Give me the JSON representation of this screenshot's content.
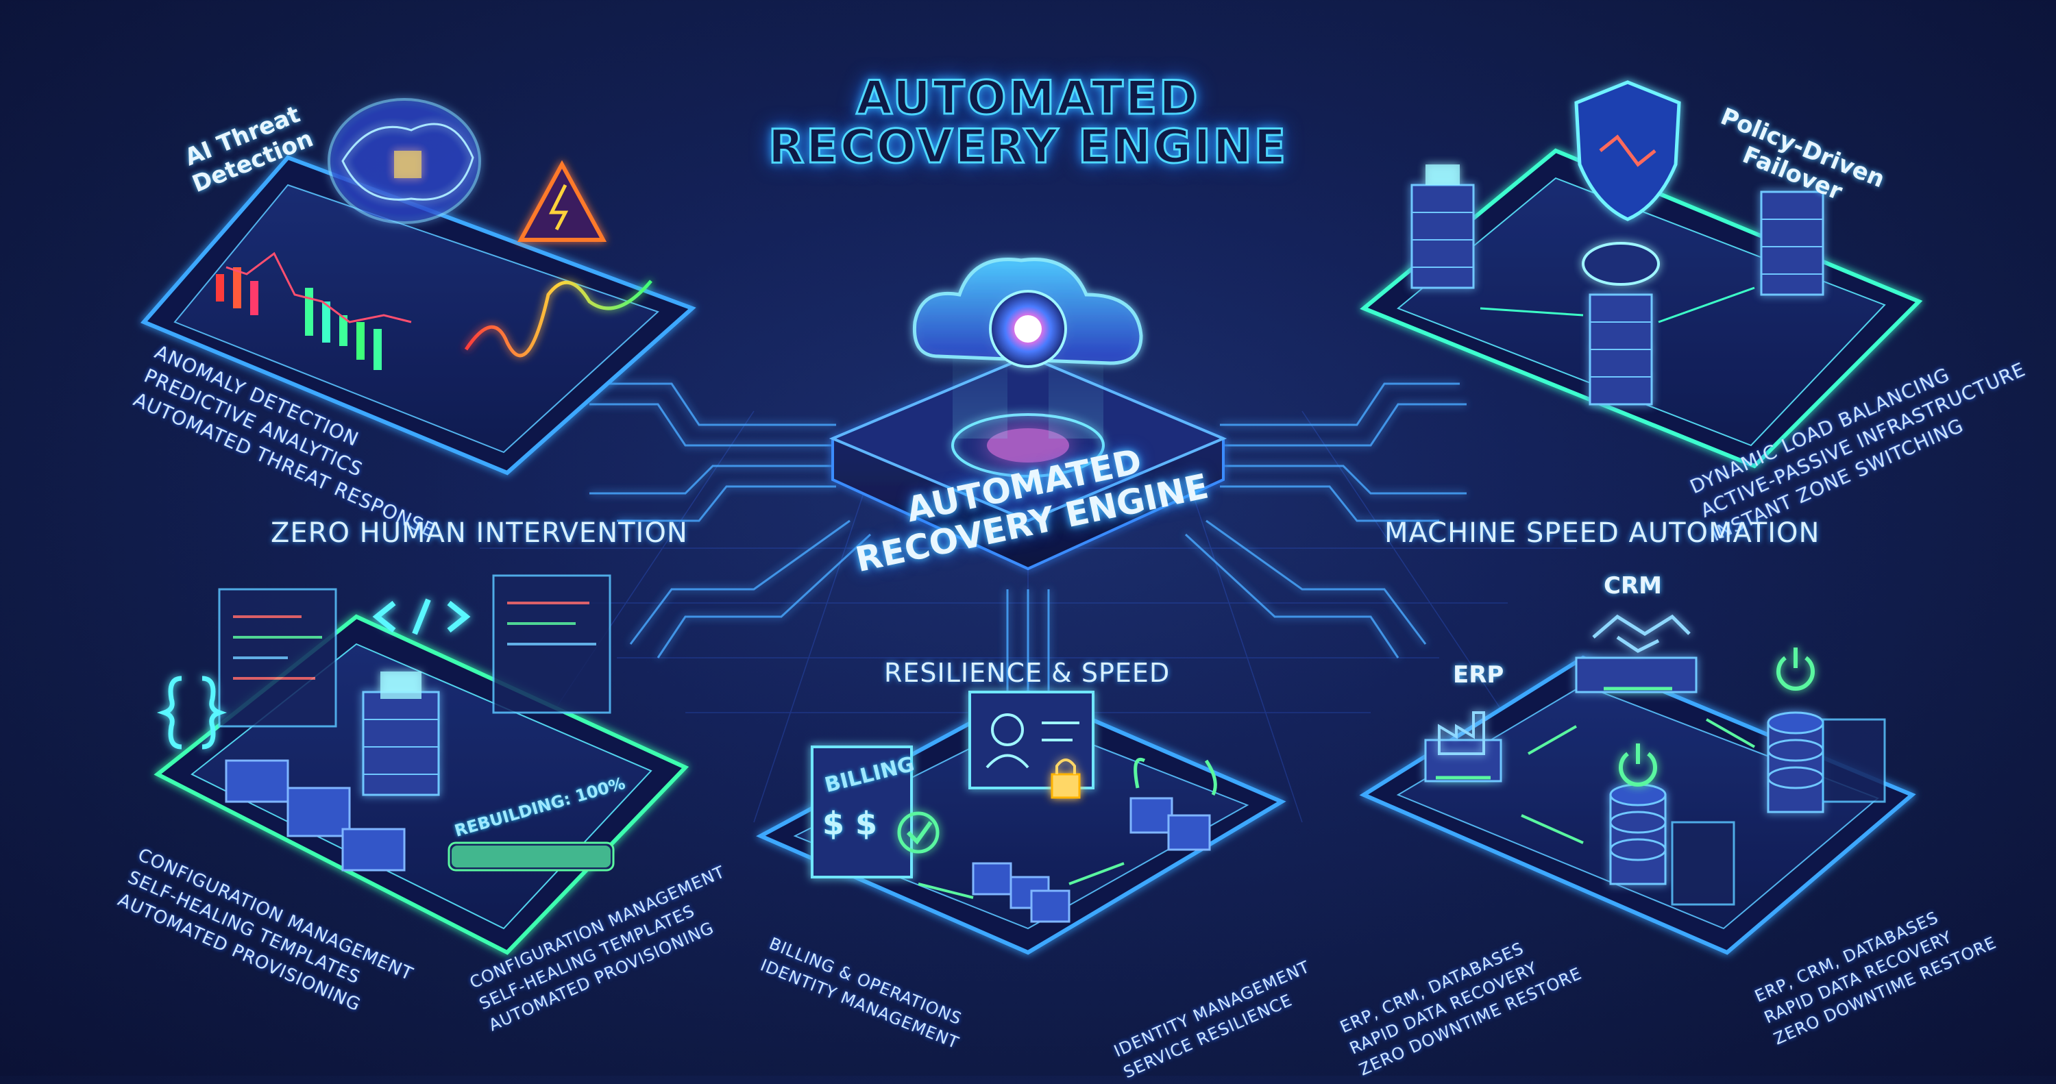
{
  "title": {
    "line1": "AUTOMATED",
    "line2": "RECOVERY ENGINE"
  },
  "center_hub": {
    "line1": "AUTOMATED",
    "line2": "RECOVERY ENGINE"
  },
  "sections": {
    "top_left": {
      "title_line1": "AI Threat",
      "title_line2": "Detection",
      "items": [
        "ANOMALY DETECTION",
        "PREDICTIVE ANALYTICS",
        "AUTOMATED THREAT RESPONSE"
      ]
    },
    "top_right": {
      "title_line1": "Policy-Driven",
      "title_line2": "Failover",
      "items": [
        "DYNAMIC LOAD BALANCING",
        "ACTIVE-PASSIVE INFRASTRUCTURE",
        "INSTANT ZONE SWITCHING"
      ]
    },
    "mid_left": {
      "label": "ZERO HUMAN INTERVENTION"
    },
    "mid_right": {
      "label": "MACHINE SPEED AUTOMATION"
    },
    "mid_center": {
      "label": "RESILIENCE & SPEED"
    },
    "bottom_left": {
      "progress_label": "REBUILDING: 100%",
      "progress_value": 1.0,
      "items_outer": [
        "CONFIGURATION MANAGEMENT",
        "SELF-HEALING TEMPLATES",
        "AUTOMATED PROVISIONING"
      ],
      "items_inner": [
        "CONFIGURATION MANAGEMENT",
        "SELF-HEALING TEMPLATES",
        "AUTOMATED PROVISIONING"
      ]
    },
    "bottom_center": {
      "billing_label": "BILLING",
      "items_left": [
        "BILLING & OPERATIONS",
        "IDENTITY MANAGEMENT"
      ],
      "items_right": [
        "IDENTITY MANAGEMENT",
        "SERVICE RESILIENCE"
      ]
    },
    "bottom_right": {
      "crm_label": "CRM",
      "erp_label": "ERP",
      "items_left": [
        "ERP, CRM, DATABASES",
        "RAPID DATA RECOVERY",
        "ZERO DOWNTIME RESTORE"
      ],
      "items_right": [
        "ERP, CRM, DATABASES",
        "RAPID DATA RECOVERY",
        "ZERO DOWNTIME RESTORE"
      ]
    }
  },
  "icons": [
    "brain-icon",
    "warning-icon",
    "cloud-icon",
    "shield-icon",
    "server-icon",
    "code-icon",
    "braces-icon",
    "dollar-icon",
    "check-icon",
    "id-card-icon",
    "lock-icon",
    "handshake-icon",
    "factory-icon",
    "power-icon",
    "database-icon"
  ],
  "colors": {
    "background": "#0f1a45",
    "neon_blue": "#3aa8ff",
    "neon_cyan": "#39e0ff",
    "neon_green": "#3dffa0",
    "neon_pink": "#ff4fd2",
    "warning_orange": "#ff7a2a"
  }
}
